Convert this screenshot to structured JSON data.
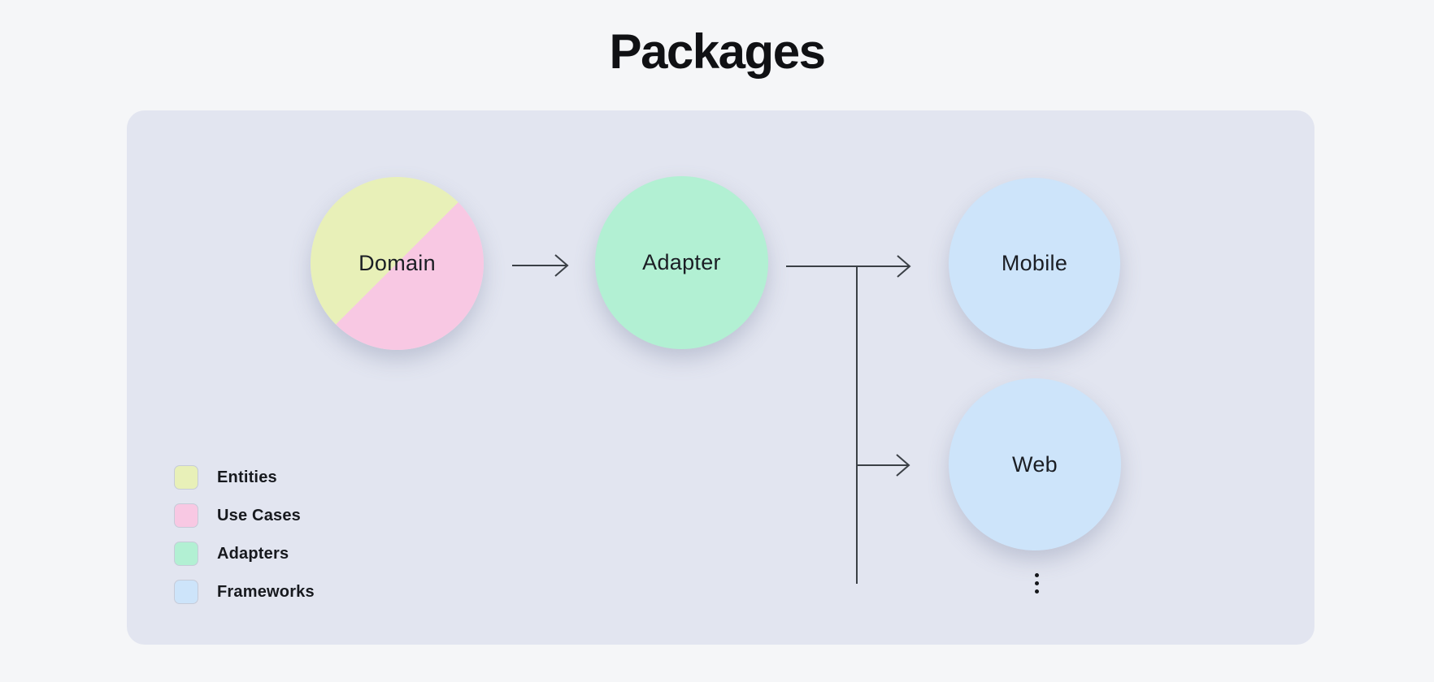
{
  "page": {
    "title": "Packages",
    "background_color": "#f5f6f8",
    "panel_color": "#e2e5f0",
    "connector_color": "#3b4046",
    "text_color": "#17191e"
  },
  "nodes": [
    {
      "id": "domain",
      "label": "Domain",
      "shape": "circle",
      "fill": "diagonal-split",
      "colors": [
        "#e8f0b8",
        "#f8c8e3"
      ]
    },
    {
      "id": "adapter",
      "label": "Adapter",
      "shape": "circle",
      "fill": "solid",
      "colors": [
        "#b2f0d3"
      ]
    },
    {
      "id": "mobile",
      "label": "Mobile",
      "shape": "circle",
      "fill": "solid",
      "colors": [
        "#cde4fa"
      ]
    },
    {
      "id": "web",
      "label": "Web",
      "shape": "circle",
      "fill": "solid",
      "colors": [
        "#cde4fa"
      ]
    }
  ],
  "connectors": [
    {
      "from": "domain",
      "to": "adapter",
      "style": "open-arrow"
    },
    {
      "from": "adapter",
      "to": "mobile",
      "style": "open-arrow"
    },
    {
      "from": "adapter",
      "to": "web",
      "style": "open-arrow-branch"
    },
    {
      "from": "adapter",
      "to": "more",
      "style": "line-continuation"
    }
  ],
  "legend": {
    "items": [
      {
        "label": "Entities",
        "color": "#e8f0b8"
      },
      {
        "label": "Use Cases",
        "color": "#f8c8e3"
      },
      {
        "label": "Adapters",
        "color": "#b2f0d3"
      },
      {
        "label": "Frameworks",
        "color": "#cde4fa"
      }
    ]
  },
  "icons": {
    "ellipsis": "vertical-ellipsis"
  }
}
